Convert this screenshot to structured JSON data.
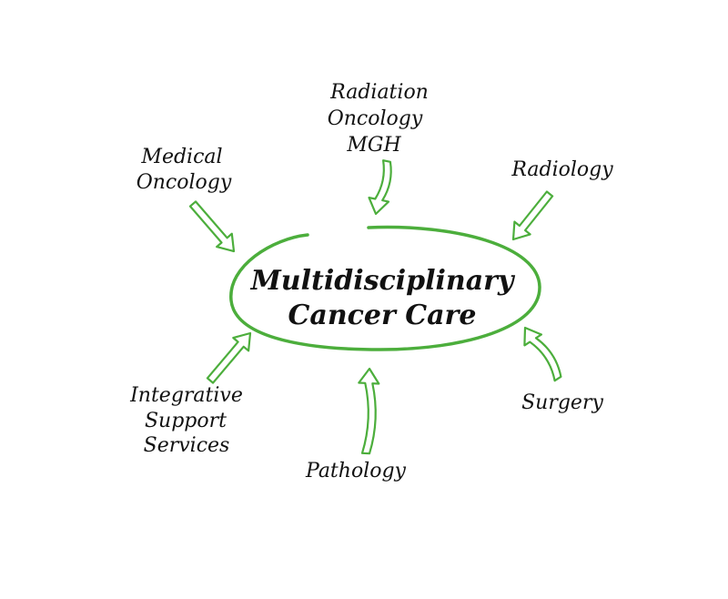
{
  "center": {
    "line1": "Multidisciplinary",
    "line2": "Cancer Care"
  },
  "nodes": {
    "radiation_oncology": [
      "Radiation",
      "Oncology",
      "MGH"
    ],
    "medical_oncology": [
      "Medical",
      "Oncology"
    ],
    "radiology": [
      "Radiology"
    ],
    "integrative_support": [
      "Integrative",
      "Support",
      "Services"
    ],
    "pathology": [
      "Pathology"
    ],
    "surgery": [
      "Surgery"
    ]
  },
  "colors": {
    "accent": "#4cae3c",
    "text": "#111111",
    "background": "#ffffff"
  }
}
